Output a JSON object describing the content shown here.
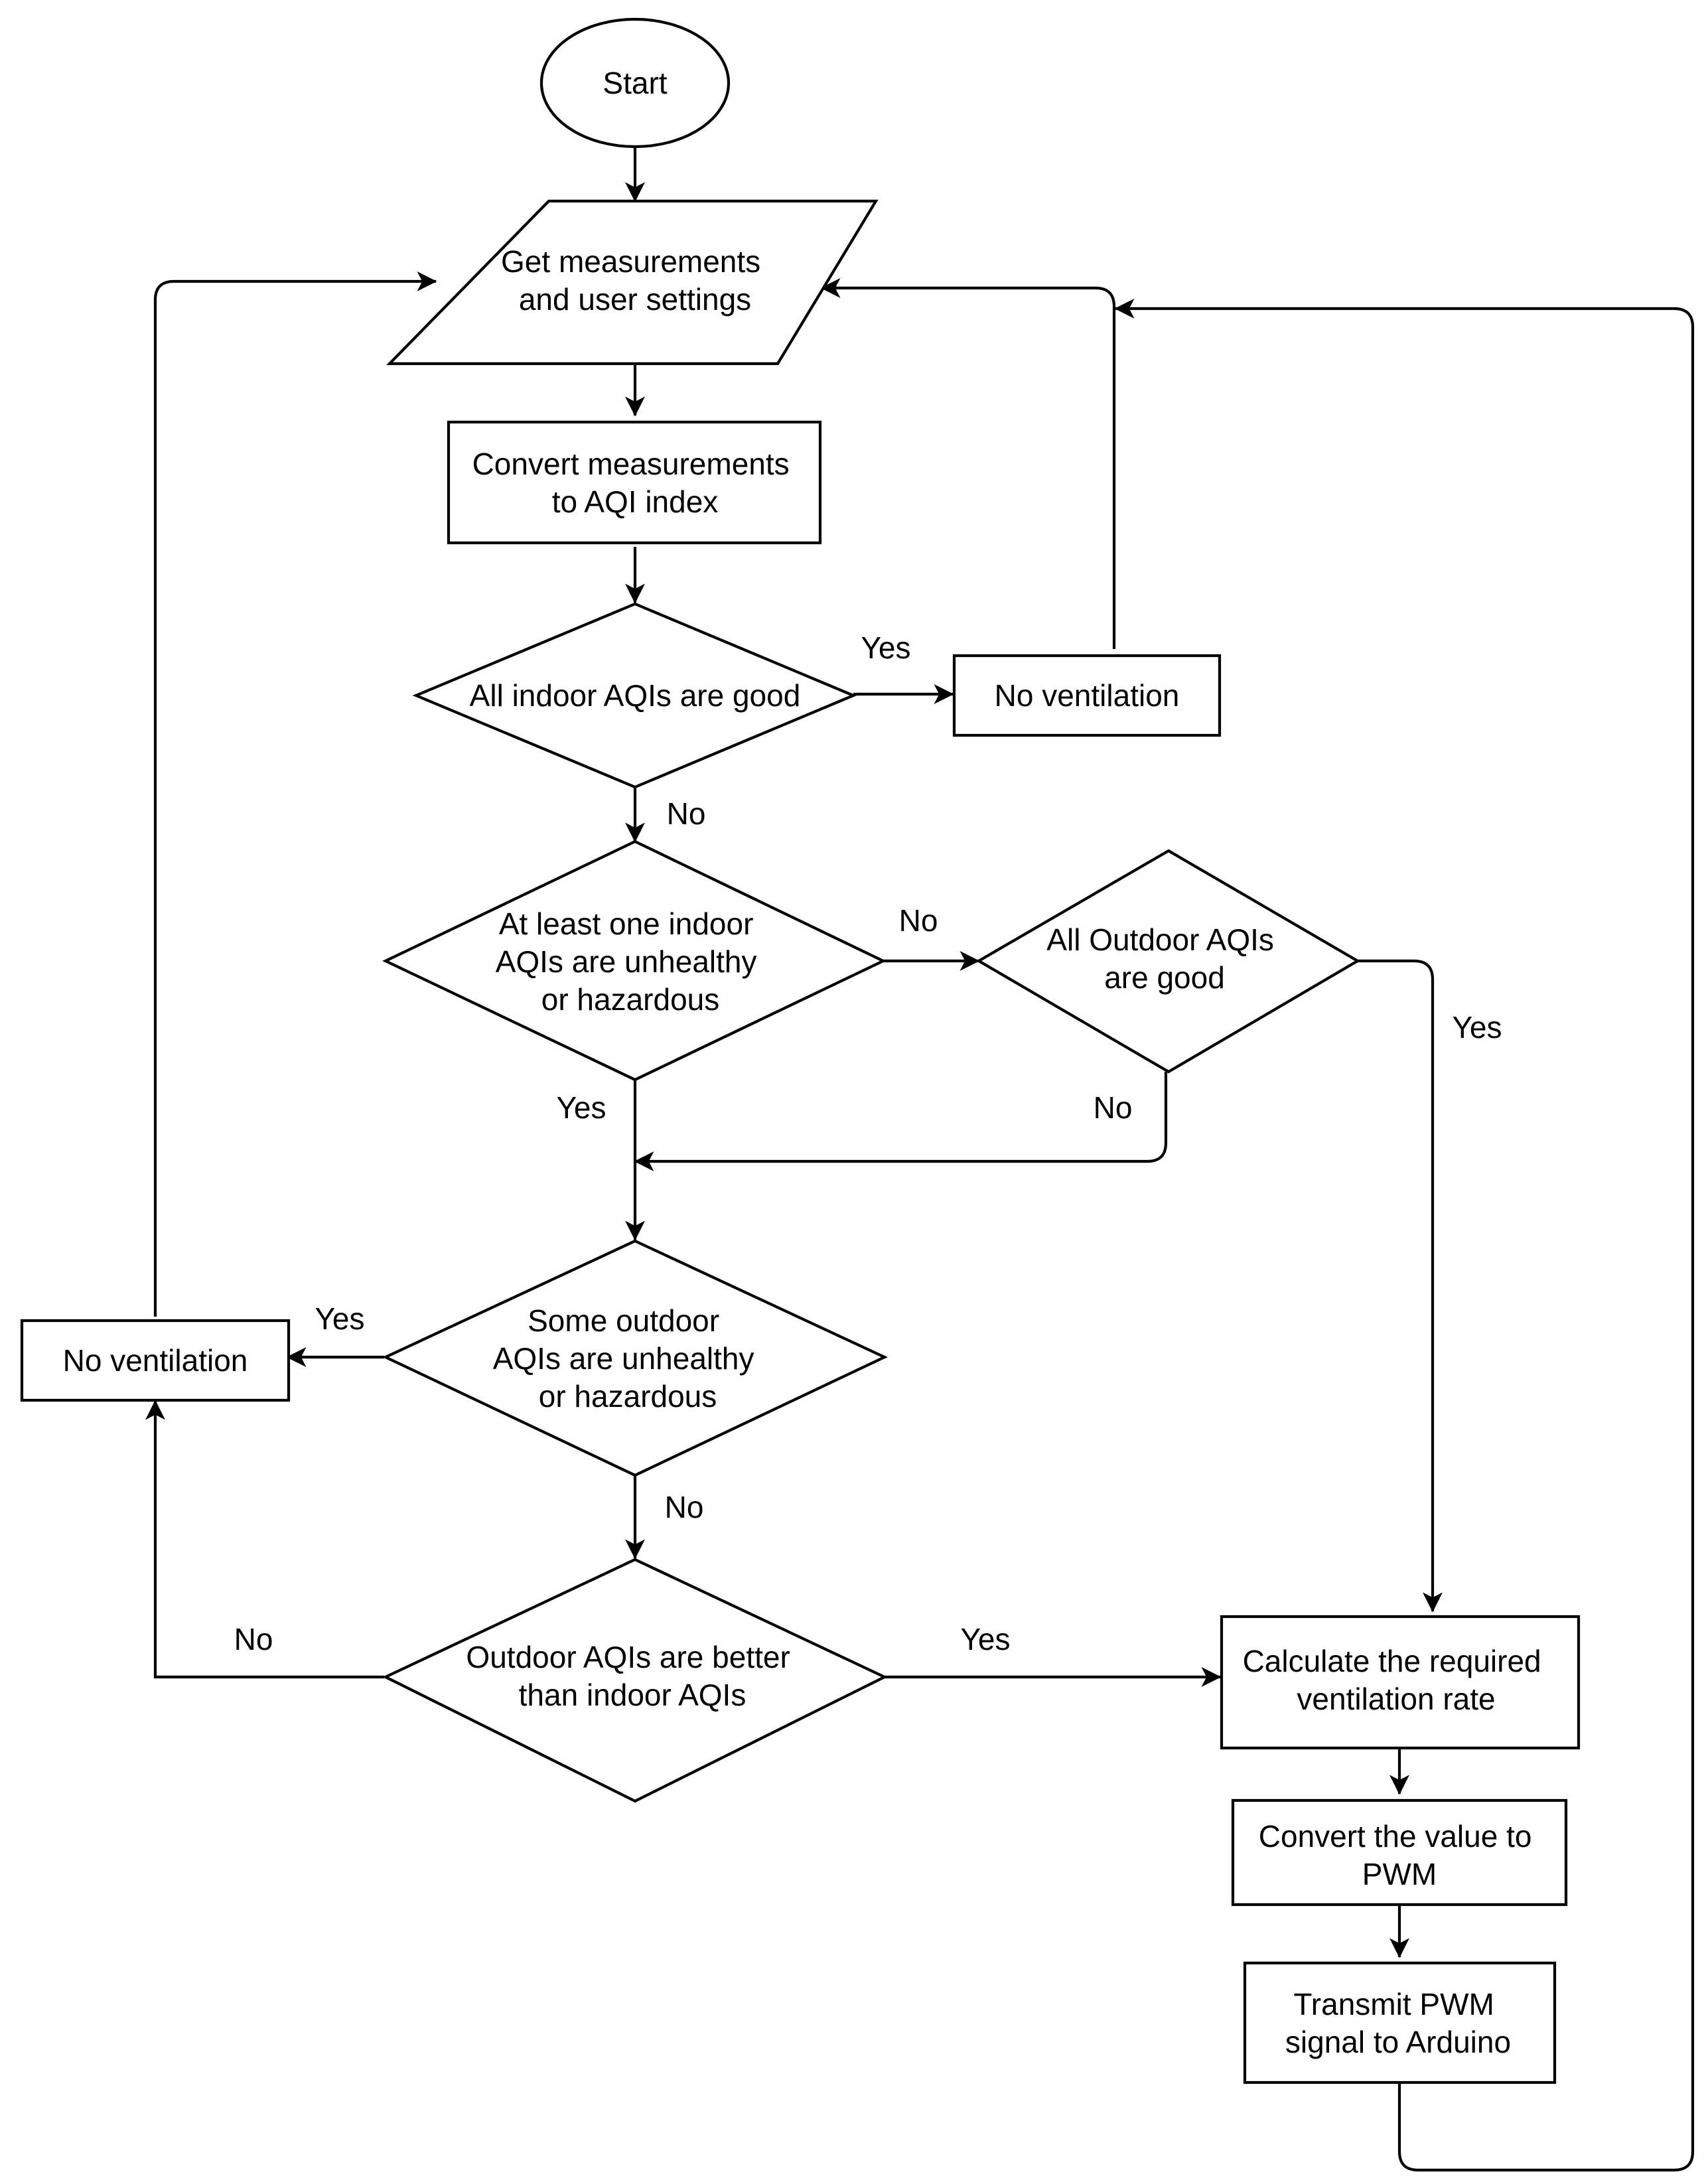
{
  "diagram": {
    "nodes": {
      "start": {
        "shape": "ellipse",
        "lines": [
          "Start"
        ]
      },
      "get_measurements": {
        "shape": "parallelogram",
        "lines": [
          "Get measurements",
          "and user settings"
        ]
      },
      "convert_aqi": {
        "shape": "rectangle",
        "lines": [
          "Convert measurements",
          "to AQI index"
        ]
      },
      "all_indoor_good": {
        "shape": "diamond",
        "lines": [
          "All indoor AQIs are good"
        ]
      },
      "no_ventilation_right": {
        "shape": "rectangle",
        "lines": [
          "No ventilation"
        ]
      },
      "indoor_unhealthy": {
        "shape": "diamond",
        "lines": [
          "At least one indoor",
          "AQIs are unhealthy",
          "or hazardous"
        ]
      },
      "all_outdoor_good": {
        "shape": "diamond",
        "lines": [
          "All Outdoor AQIs",
          "are good"
        ]
      },
      "outdoor_unhealthy": {
        "shape": "diamond",
        "lines": [
          "Some outdoor",
          "AQIs are unhealthy",
          "or hazardous"
        ]
      },
      "no_ventilation_left": {
        "shape": "rectangle",
        "lines": [
          "No ventilation"
        ]
      },
      "outdoor_better": {
        "shape": "diamond",
        "lines": [
          "Outdoor AQIs are better",
          "than indoor AQIs"
        ]
      },
      "calc_rate": {
        "shape": "rectangle",
        "lines": [
          "Calculate the required",
          "ventilation rate"
        ]
      },
      "convert_pwm": {
        "shape": "rectangle",
        "lines": [
          "Convert the value to",
          "PWM"
        ]
      },
      "transmit_pwm": {
        "shape": "rectangle",
        "lines": [
          "Transmit PWM",
          "signal to Arduino"
        ]
      }
    },
    "edges": [
      {
        "id": "start_to_get",
        "from": "start",
        "to": "get_measurements",
        "label": ""
      },
      {
        "id": "get_to_convert",
        "from": "get_measurements",
        "to": "convert_aqi",
        "label": ""
      },
      {
        "id": "convert_to_allindoor",
        "from": "convert_aqi",
        "to": "all_indoor_good",
        "label": ""
      },
      {
        "id": "allindoor_yes",
        "from": "all_indoor_good",
        "to": "no_ventilation_right",
        "label": "Yes"
      },
      {
        "id": "noventright_loop",
        "from": "no_ventilation_right",
        "to": "get_measurements",
        "label": ""
      },
      {
        "id": "allindoor_no",
        "from": "all_indoor_good",
        "to": "indoor_unhealthy",
        "label": "No"
      },
      {
        "id": "indoorunh_no",
        "from": "indoor_unhealthy",
        "to": "all_outdoor_good",
        "label": "No"
      },
      {
        "id": "indoorunh_yes",
        "from": "indoor_unhealthy",
        "to": "outdoor_unhealthy",
        "label": "Yes"
      },
      {
        "id": "outdoorgood_no",
        "from": "all_outdoor_good",
        "to": "outdoor_unhealthy",
        "label": "No"
      },
      {
        "id": "outdoorgood_yes",
        "from": "all_outdoor_good",
        "to": "calc_rate",
        "label": "Yes"
      },
      {
        "id": "outdoorunh_yes",
        "from": "outdoor_unhealthy",
        "to": "no_ventilation_left",
        "label": "Yes"
      },
      {
        "id": "noventleft_loop",
        "from": "no_ventilation_left",
        "to": "get_measurements",
        "label": ""
      },
      {
        "id": "outdoorunh_no",
        "from": "outdoor_unhealthy",
        "to": "outdoor_better",
        "label": "No"
      },
      {
        "id": "better_no",
        "from": "outdoor_better",
        "to": "no_ventilation_left",
        "label": "No"
      },
      {
        "id": "better_yes",
        "from": "outdoor_better",
        "to": "calc_rate",
        "label": "Yes"
      },
      {
        "id": "calc_to_pwm",
        "from": "calc_rate",
        "to": "convert_pwm",
        "label": ""
      },
      {
        "id": "pwm_to_transmit",
        "from": "convert_pwm",
        "to": "transmit_pwm",
        "label": ""
      },
      {
        "id": "transmit_loop",
        "from": "transmit_pwm",
        "to": "get_measurements",
        "label": ""
      }
    ]
  }
}
